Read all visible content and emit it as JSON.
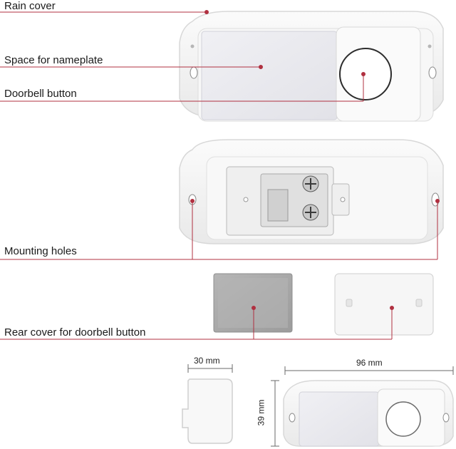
{
  "labels": {
    "rain_cover": "Rain cover",
    "nameplate": "Space for nameplate",
    "button": "Doorbell button",
    "mounting": "Mounting holes",
    "rear_cover": "Rear cover for doorbell button"
  },
  "dimensions": {
    "depth": "30 mm",
    "width": "96 mm",
    "height": "39 mm"
  },
  "colors": {
    "leader": "#b03040",
    "plastic": "#f4f4f4",
    "outline": "#d4d4d4"
  }
}
